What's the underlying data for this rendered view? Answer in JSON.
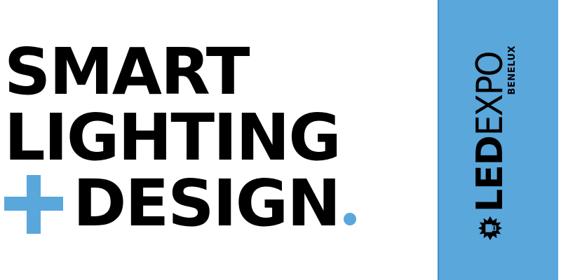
{
  "headline": {
    "line1": "SMART",
    "line2": "LIGHTING",
    "line3": "DESIGN",
    "plus_symbol": "plus-icon",
    "dot": "."
  },
  "logo": {
    "led": "LED",
    "expo": "EXPO",
    "sub": "BENELUX",
    "icon": "lightbulb-icon"
  },
  "colors": {
    "accent": "#5aa7dc",
    "text": "#000000",
    "background": "#ffffff"
  }
}
